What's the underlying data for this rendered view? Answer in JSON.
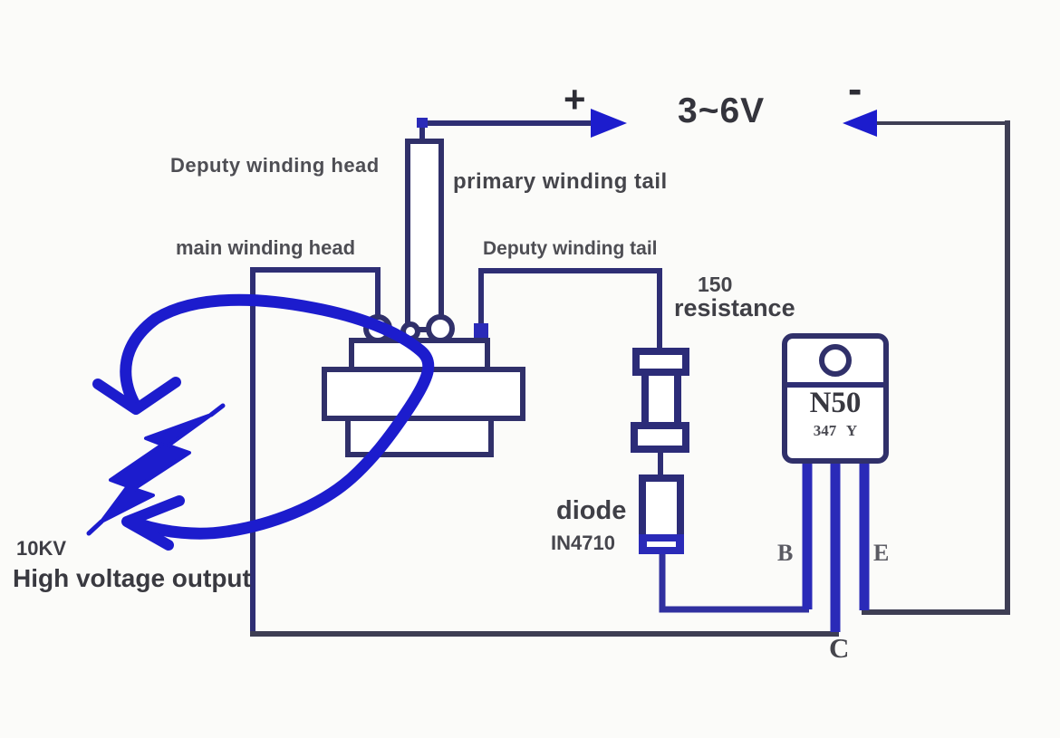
{
  "palette": {
    "background": "#fbfbf9",
    "wire_navy": "#2e2e74",
    "wire_dark": "#3e3e54",
    "annotation_blue": "#1c1ccd",
    "leg_blue": "#2a2ab8",
    "component_fill": "#ffffff",
    "label_gray": "#4c4c52"
  },
  "supply": {
    "plus": "+",
    "voltage": "3~6V",
    "minus": "-"
  },
  "transformer": {
    "deputy_winding_head": "Deputy winding head",
    "primary_winding_tail": "primary winding tail",
    "main_winding_head": "main winding head",
    "deputy_winding_tail": "Deputy winding tail"
  },
  "resistor": {
    "value": "150",
    "label": "resistance"
  },
  "diode": {
    "label": "diode",
    "part": "IN4710"
  },
  "transistor": {
    "part": "N50",
    "code": "347 Y",
    "pin_base": "B",
    "pin_emitter": "E",
    "pin_collector": "C"
  },
  "output": {
    "kv": "10KV",
    "label": "High voltage output"
  }
}
